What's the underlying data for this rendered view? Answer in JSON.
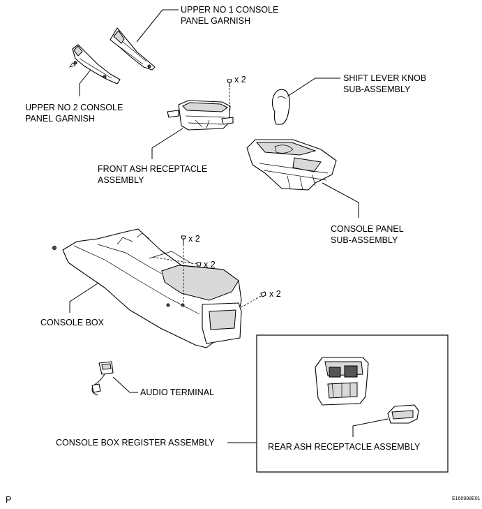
{
  "labels": {
    "upper_no1_line1": "UPPER NO  1 CONSOLE",
    "upper_no1_line2": "PANEL GARNISH",
    "upper_no2_line1": "UPPER NO  2 CONSOLE",
    "upper_no2_line2": "PANEL GARNISH",
    "front_ash_line1": "FRONT ASH RECEPTACLE",
    "front_ash_line2": "ASSEMBLY",
    "shift_knob_line1": "SHIFT LEVER KNOB",
    "shift_knob_line2": "SUB-ASSEMBLY",
    "console_panel_line1": "CONSOLE PANEL",
    "console_panel_line2": "SUB-ASSEMBLY",
    "console_box": "CONSOLE BOX",
    "audio_terminal": "AUDIO TERMINAL",
    "register_assembly": "CONSOLE BOX REGISTER ASSEMBLY",
    "rear_ash": "REAR ASH RECEPTACLE ASSEMBLY"
  },
  "quantities": {
    "front_ash_screws": "x 2",
    "console_box_screws_a": "x 2",
    "console_box_screws_b": "x 2",
    "console_box_screws_c": "x 2"
  },
  "footer": {
    "left_mark": "P",
    "figure_code": "E160998E01"
  }
}
